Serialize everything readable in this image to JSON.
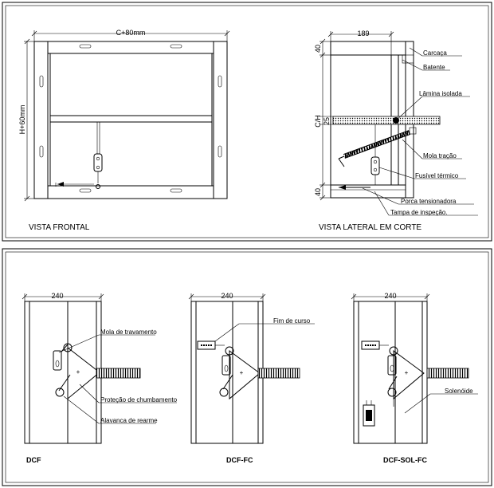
{
  "top_panel": {
    "front_view": {
      "title": "VISTA FRONTAL",
      "width_dim": "C+80mm",
      "height_dim": "H+60mm"
    },
    "side_view": {
      "title": "VISTA LATERAL EM CORTE",
      "depth_dim": "189",
      "top_dim": "40",
      "mid_dim_c": "C/H",
      "mid_dim_25": "25",
      "bottom_dim": "40",
      "labels": {
        "carcaca": "Carcaça",
        "batente": "Batente",
        "lamina": "Lâmina isolada",
        "mola": "Mola tração",
        "fusivel": "Fusível térmico",
        "porca": "Porca tensionadora",
        "tampa": "Tampa de inspeção."
      }
    }
  },
  "bottom_panel": {
    "dcf": {
      "title": "DCF",
      "width_dim": "240",
      "labels": {
        "mola_travamento": "Mola de travamento",
        "protecao": "Proteção de chumbamento",
        "alavanca": "Alavanca de rearme"
      }
    },
    "dcf_fc": {
      "title": "DCF-FC",
      "width_dim": "240",
      "labels": {
        "fim_curso": "Fim de curso"
      }
    },
    "dcf_sol_fc": {
      "title": "DCF-SOL-FC",
      "width_dim": "240",
      "labels": {
        "solenoide": "Solenóide"
      }
    }
  }
}
